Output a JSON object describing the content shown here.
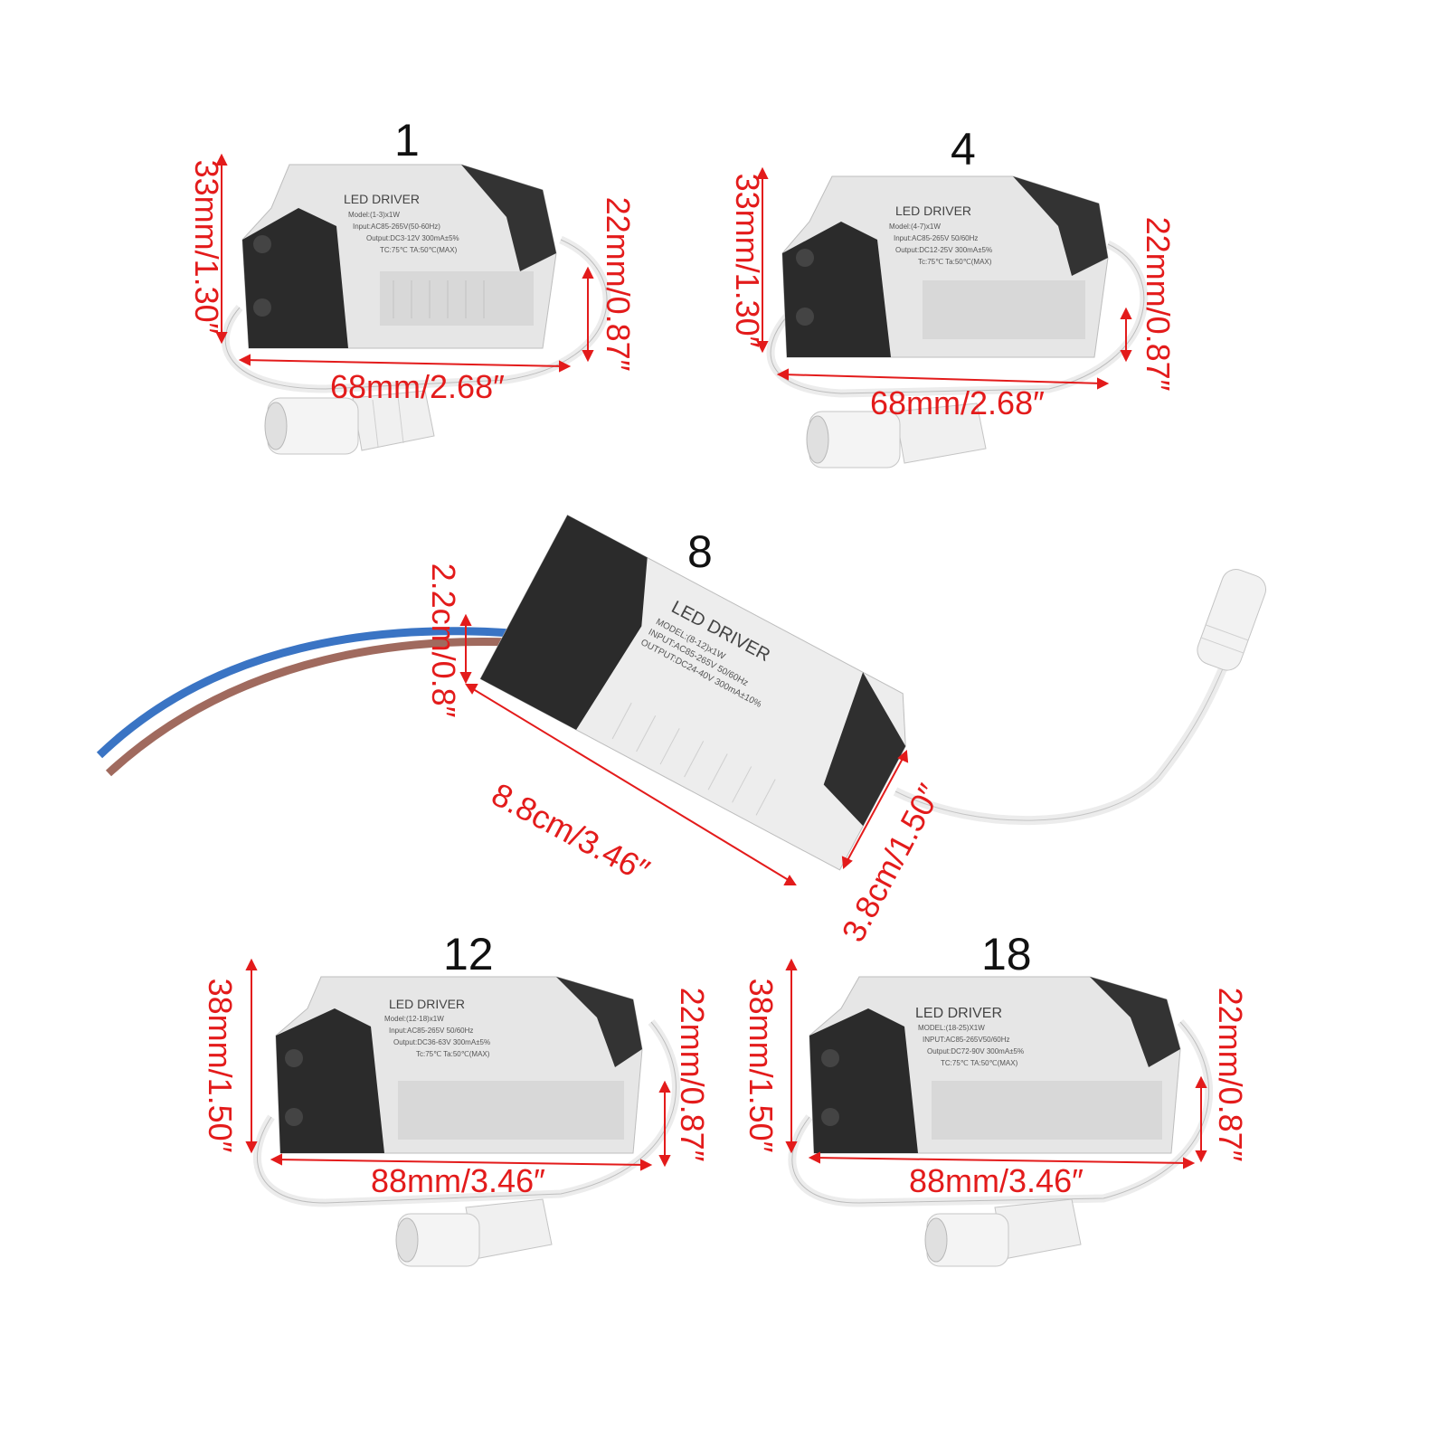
{
  "products": [
    {
      "number": "1",
      "label": {
        "title": "LED DRIVER",
        "model": "Model:(1-3)x1W",
        "input": "Input:AC85-265V(50-60Hz)",
        "output": "Output:DC3-12V 300mA±5%",
        "temp": "TC:75℃  TA:50℃(MAX)"
      },
      "height_dim": "33mm/1.30″",
      "side_dim": "22mm/0.87″",
      "length_dim": "68mm/2.68″"
    },
    {
      "number": "4",
      "label": {
        "title": "LED DRIVER",
        "model": "Model:(4-7)x1W",
        "input": "Input:AC85-265V 50/60Hz",
        "output": "Output:DC12-25V 300mA±5%",
        "temp": "Tc:75℃  Ta:50℃(MAX)"
      },
      "height_dim": "33mm/1.30″",
      "side_dim": "22mm/0.87″",
      "length_dim": "68mm/2.68″"
    },
    {
      "number": "8",
      "label": {
        "title": "LED DRIVER",
        "model": "MODEL:(8-12)x1W",
        "input": "INPUT:AC85-265V 50/60Hz",
        "output": "OUTPUT:DC24-40V 300mA±10%",
        "temp": ""
      },
      "height_dim": "2.2cm/0.8″",
      "side_dim": "3.8cm/1.50″",
      "length_dim": "8.8cm/3.46″"
    },
    {
      "number": "12",
      "label": {
        "title": "LED DRIVER",
        "model": "Model:(12-18)x1W",
        "input": "Input:AC85-265V 50/60Hz",
        "output": "Output:DC36-63V 300mA±5%",
        "temp": "Tc:75℃  Ta:50℃(MAX)"
      },
      "height_dim": "38mm/1.50″",
      "side_dim": "22mm/0.87″",
      "length_dim": "88mm/3.46″"
    },
    {
      "number": "18",
      "label": {
        "title": "LED DRIVER",
        "model": "MODEL:(18-25)X1W",
        "input": "INPUT:AC85-265V50/60Hz",
        "output": "Output:DC72-90V 300mA±5%",
        "temp": "TC:75℃  TA:50℃(MAX)"
      },
      "height_dim": "38mm/1.50″",
      "side_dim": "22mm/0.87″",
      "length_dim": "88mm/3.46″"
    }
  ],
  "colors": {
    "dimension": "#e31b1b",
    "case_light": "#e9e9e9",
    "case_dark": "#2c2c2c",
    "cable": "#f2f2f2",
    "wire_blue": "#3a74c4",
    "wire_brown": "#a06a5e"
  }
}
